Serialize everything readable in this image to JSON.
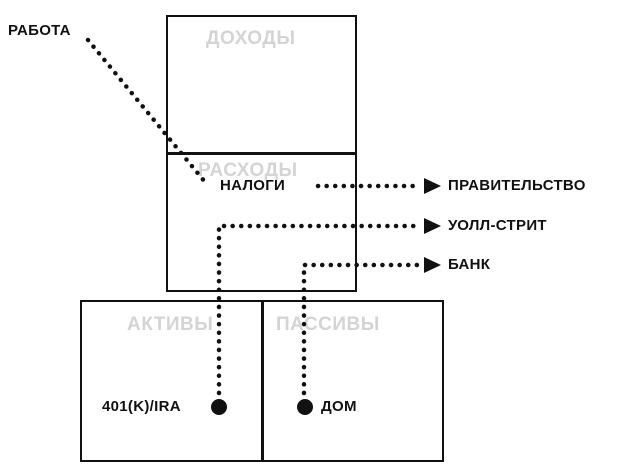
{
  "boxes": {
    "income": "ДОХОДЫ",
    "expenses": "РАСХОДЫ",
    "assets": "АКТИВЫ",
    "liabilities": "ПАССИВЫ"
  },
  "labels": {
    "work": "РАБОТА",
    "taxes": "НАЛОГИ",
    "government": "ПРАВИТЕЛЬСТВО",
    "wall_street": "УОЛЛ-СТРИТ",
    "bank": "БАНК",
    "retirement": "401(K)/IRA",
    "home": "ДОМ"
  },
  "colors": {
    "ink": "#111111",
    "header_gray": "#d4d4d4"
  }
}
